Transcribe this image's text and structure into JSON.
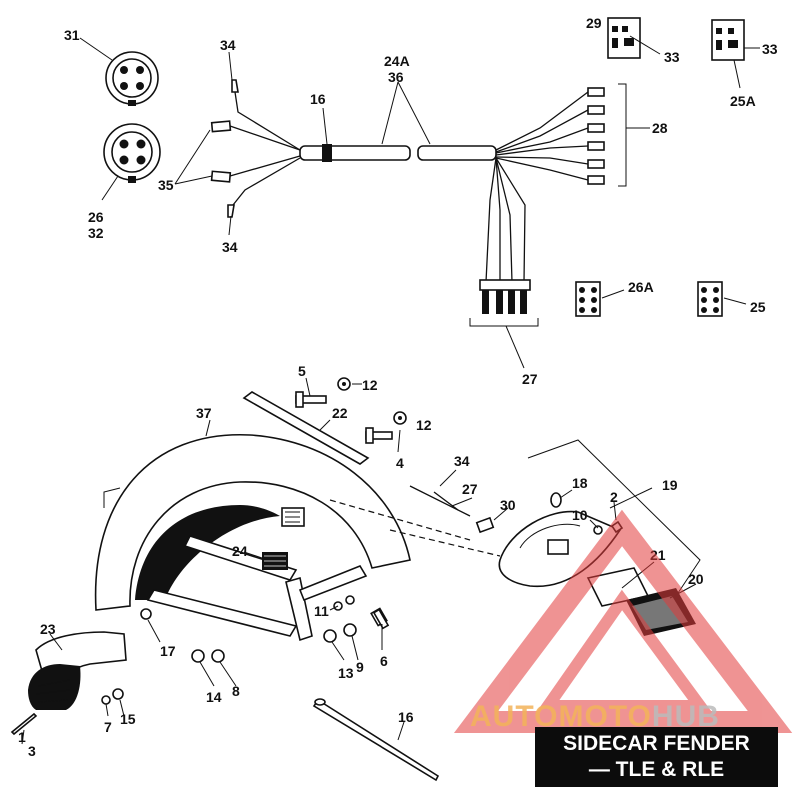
{
  "diagram": {
    "title_line1": "SIDECAR FENDER",
    "title_line2": "— TLE & RLE",
    "callouts": {
      "c31": "31",
      "c26_32a": "26",
      "c26_32b": "32",
      "c34a": "34",
      "c34b": "34",
      "c35": "35",
      "c16a": "16",
      "c24A": "24A",
      "c36": "36",
      "c28": "28",
      "c29": "29",
      "c33a": "33",
      "c33b": "33",
      "c25A": "25A",
      "c26A": "26A",
      "c25": "25",
      "c27a": "27",
      "c5": "5",
      "c12a": "12",
      "c12b": "12",
      "c22": "22",
      "c4": "4",
      "c37": "37",
      "c34c": "34",
      "c27b": "27",
      "c18": "18",
      "c2": "2",
      "c19": "19",
      "c30": "30",
      "c10": "10",
      "c21": "21",
      "c20": "20",
      "c24": "24",
      "c11": "11",
      "c6": "6",
      "c9": "9",
      "c13": "13",
      "c17": "17",
      "c14": "14",
      "c8": "8",
      "c23": "23",
      "c7": "7",
      "c15": "15",
      "c1": "1",
      "c3": "3",
      "c16b": "16"
    },
    "colors": {
      "ink": "#111111",
      "title_bg": "#0c0c0c",
      "title_fg": "#ffffff"
    }
  },
  "watermark": {
    "brand_a": "AUTOMOTO",
    "brand_b": "HUB",
    "colors": {
      "triangle": "#e23c3c",
      "text": "#f3b35a",
      "hub": "#bbbbbb"
    }
  }
}
